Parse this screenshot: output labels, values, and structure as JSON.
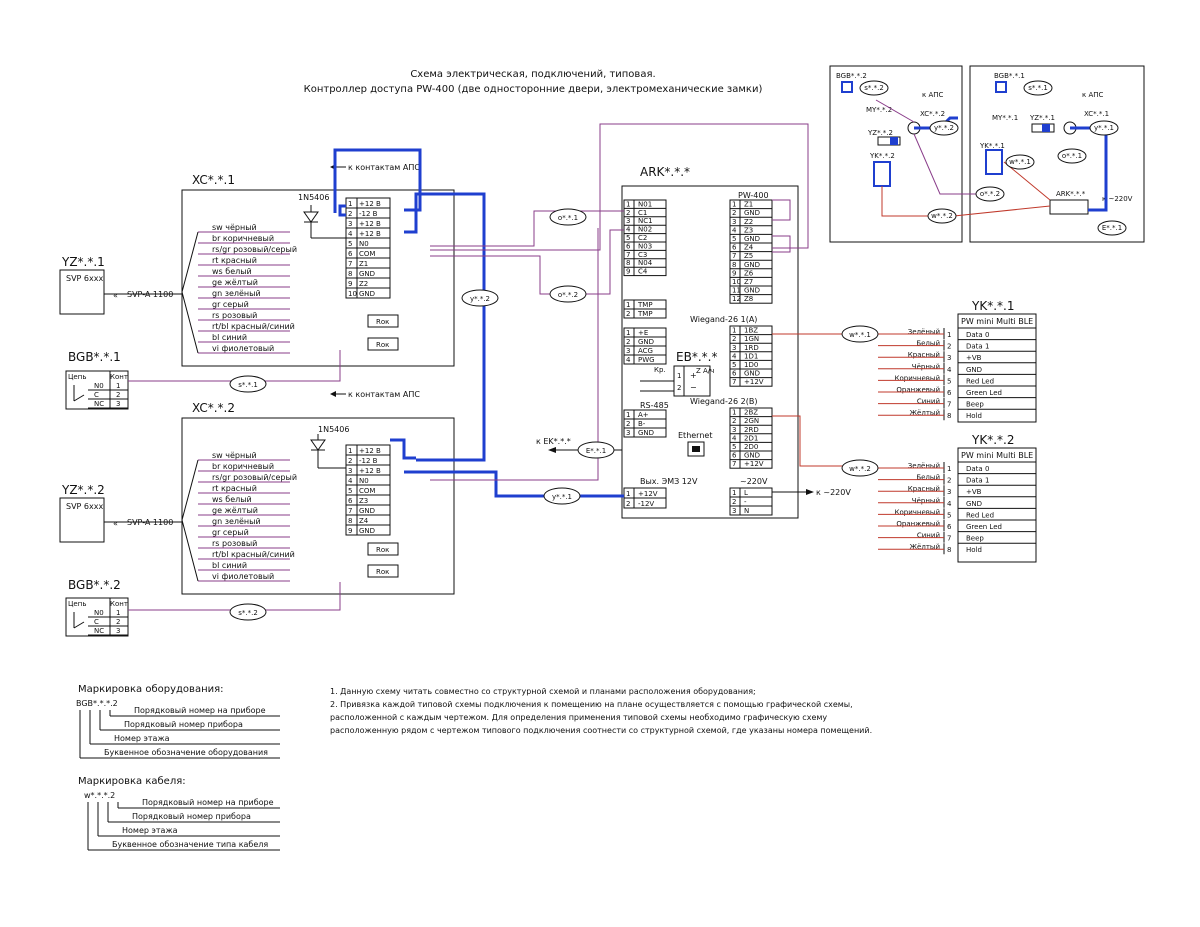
{
  "title": {
    "line1": "Схема электрическая,  подключений, типовая.",
    "line2": "Контроллер доступа PW-400 (две односторонние двери, электромеханические замки)"
  },
  "colors": {
    "line": "#111111",
    "purple_cable": "#8a3d8a",
    "blue_cable": "#1f3fcf",
    "red_cable": "#c0392b"
  },
  "xc1": {
    "label": "XC*.*.1",
    "diode": "1N5406",
    "aps": "к контактам АПС",
    "terminals": [
      "+12 В",
      "-12 В",
      "+12 В",
      "+12 В",
      "N0",
      "COM",
      "Z1",
      "GND",
      "Z2",
      "GND"
    ],
    "wires": [
      "sw чёрный",
      "br коричневый",
      "rs/gr розовый/серый",
      "rt красный",
      "ws белый",
      "ge жёлтый",
      "gn зелёный",
      "gr серый",
      "rs розовый",
      "rt/bl красный/синий",
      "bl синий",
      "vi фиолетовый"
    ],
    "rok": "Rок"
  },
  "xc2": {
    "label": "XC*.*.2",
    "diode": "1N5406",
    "aps": "к контактам АПС",
    "terminals": [
      "+12 В",
      "-12 В",
      "+12 В",
      "N0",
      "COM",
      "Z3",
      "GND",
      "Z4",
      "GND"
    ],
    "wires": [
      "sw чёрный",
      "br коричневый",
      "rs/gr розовый/серый",
      "rt красный",
      "ws белый",
      "ge жёлтый",
      "gn зелёный",
      "gr серый",
      "rs розовый",
      "rt/bl красный/синий",
      "bl синий",
      "vi фиолетовый"
    ],
    "rok": "Rок"
  },
  "yz1": {
    "label": "YZ*.*.1",
    "model": "SVP 6ххх",
    "cable": "SVP-A 1100"
  },
  "yz2": {
    "label": "YZ*.*.2",
    "model": "SVP 6ххх",
    "cable": "SVP-A 1100"
  },
  "bgb1": {
    "label": "BGB*.*.1",
    "head": [
      "Цепь",
      "Конт"
    ],
    "rows": [
      [
        "N0",
        "1"
      ],
      [
        "C",
        "2"
      ],
      [
        "NC",
        "3"
      ]
    ]
  },
  "bgb2": {
    "label": "BGB*.*.2",
    "head": [
      "Цепь",
      "Конт"
    ],
    "rows": [
      [
        "N0",
        "1"
      ],
      [
        "C",
        "2"
      ],
      [
        "NC",
        "3"
      ]
    ]
  },
  "cables": {
    "o1": "o*.*.1",
    "o2": "o*.*.2",
    "y1": "y*.*.1",
    "y2": "y*.*.2",
    "s1": "s*.*.1",
    "s2": "s*.*.2",
    "w1": "w*.*.1",
    "w2": "w*.*.2",
    "e1": "E*.*.1"
  },
  "ark": {
    "label": "ARK*.*.*",
    "model": "PW-400",
    "left_rows": [
      "N01",
      "C1",
      "NC1",
      "N02",
      "C2",
      "N03",
      "C3",
      "N04",
      "C4"
    ],
    "tmp_rows": [
      "TMP",
      "TMP"
    ],
    "pwr_rows": [
      "+E",
      "GND",
      "ACG",
      "PWG"
    ],
    "rs_title": "RS-485",
    "rs_rows": [
      "A+",
      "B-",
      "GND"
    ],
    "right_rows": [
      "Z1",
      "GND",
      "Z2",
      "Z3",
      "GND",
      "Z4",
      "Z5",
      "GND",
      "Z6",
      "Z7",
      "GND",
      "Z8"
    ],
    "wiegand1": "Wiegand-26 1(A)",
    "wiegand1_rows": [
      "1BZ",
      "1GN",
      "1RD",
      "1D1",
      "1D0",
      "GND",
      "+12V"
    ],
    "wiegand2": "Wiegand-26 2(B)",
    "wiegand2_rows": [
      "2BZ",
      "2GN",
      "2RD",
      "2D1",
      "2D0",
      "GND",
      "+12V"
    ],
    "out_title": "Вых. ЭМЗ 12V",
    "out_rows": [
      "+12V",
      "-12V"
    ],
    "ac_title": "~220V",
    "ac_rows": [
      "L",
      "-",
      "N"
    ],
    "ethernet": "Ethernet",
    "ac_note": "к ~220V",
    "ek_note": "к EK*.*.*"
  },
  "eb": {
    "label": "EB*.*.*",
    "kr": "Кр.",
    "ach": "Z А/ч"
  },
  "yk1": {
    "label": "YK*.*.1",
    "model": "PW mini Multi BLE",
    "rows": [
      "Data 0",
      "Data 1",
      "+VB",
      "GND",
      "Red Led",
      "Green Led",
      "Beep",
      "Hold"
    ],
    "colors": [
      "Зелёный",
      "Белый",
      "Красный",
      "Чёрный",
      "Коричневый",
      "Оранжевый",
      "Синий",
      "Жёлтый"
    ]
  },
  "yk2": {
    "label": "YK*.*.2",
    "model": "PW mini Multi BLE",
    "rows": [
      "Data 0",
      "Data 1",
      "+VB",
      "GND",
      "Red Led",
      "Green Led",
      "Beep",
      "Hold"
    ],
    "colors": [
      "Зелёный",
      "Белый",
      "Красный",
      "Чёрный",
      "Коричневый",
      "Оранжевый",
      "Синий",
      "Жёлтый"
    ]
  },
  "plan": {
    "left": {
      "bgb": "BGB*.*.2",
      "s": "s*.*.2",
      "my": "MY*.*.2",
      "yz": "YZ*.*.2",
      "yk": "YK*.*.2",
      "xc": "XC*.*.2",
      "y": "y*.*.2",
      "aps": "к АПС"
    },
    "right": {
      "bgb": "BGB*.*.1",
      "s": "s*.*.1",
      "my": "MY*.*.1",
      "yz": "YZ*.*.1",
      "yk": "YK*.*.1",
      "xc": "XC*.*.1",
      "y": "y*.*.1",
      "w": "w*.*.1",
      "o": "o*.*.1",
      "aps": "к АПС",
      "ark": "ARK*.*.*",
      "ac": "к ~220V",
      "e": "E*.*.1",
      "o2": "o*.*.2",
      "w2": "w*.*.2"
    }
  },
  "notes": [
    "1.    Данную схему читать совместно со структурной схемой и планами расположения оборудования;",
    "2.    Привязка каждой типовой схемы подключения к помещению на плане осуществляется с помощью графической схемы,",
    "       расположенной с каждым чертежом. Для определения применения типовой схемы необходимо графическую схему",
    "       расположенную рядом с чертежом типового подключения соотнести со структурной схемой, где указаны номера помещений."
  ],
  "legend_equipment": {
    "title": "Маркировка оборудования:",
    "code": "BGB*.*.*.2",
    "items": [
      "Порядковый номер на приборе",
      "Порядковый номер прибора",
      "Номер этажа",
      "Буквенное обозначение оборудования"
    ]
  },
  "legend_cable": {
    "title": "Маркировка кабеля:",
    "code": "w*.*.*.2",
    "items": [
      "Порядковый номер на приборе",
      "Порядковый номер прибора",
      "Номер этажа",
      "Буквенное обозначение типа кабеля"
    ]
  }
}
